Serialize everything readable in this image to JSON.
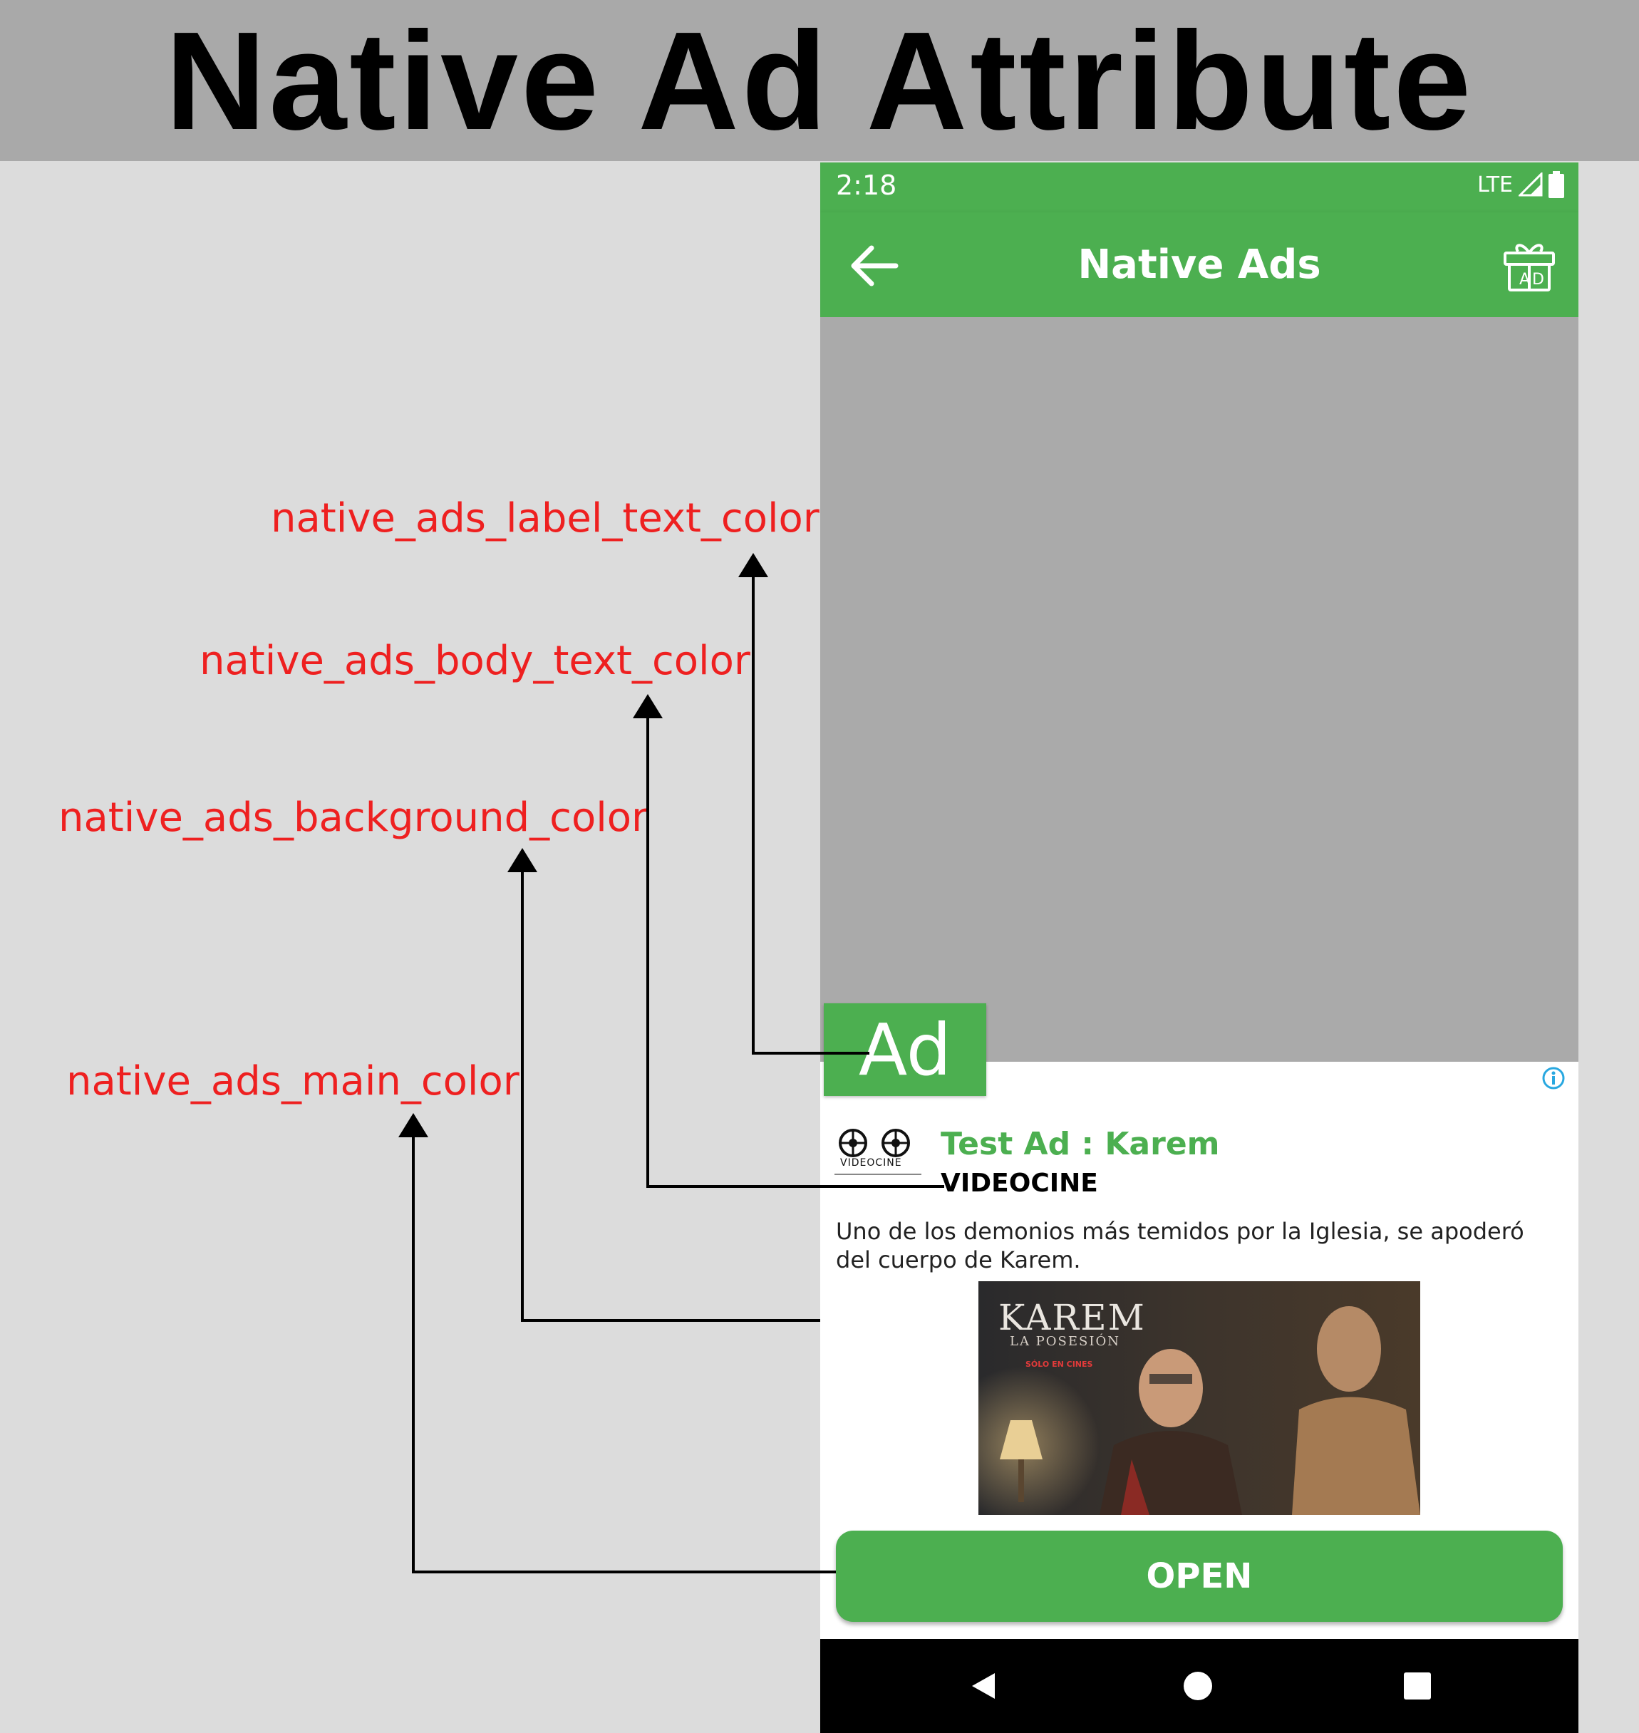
{
  "page": {
    "title": "Native Ad Attribute",
    "title_bar_color": "#a9a9a9",
    "annotation_color": "#ee2020"
  },
  "annotations": [
    {
      "label": "native_ads_label_text_color"
    },
    {
      "label": "native_ads_body_text_color"
    },
    {
      "label": "native_ads_background_color"
    },
    {
      "label": "native_ads_main_color"
    }
  ],
  "phone": {
    "status_bar": {
      "time": "2:18",
      "network": "LTE",
      "signal_icon": "signal-icon",
      "battery_icon": "battery-icon"
    },
    "app_bar": {
      "title": "Native Ads",
      "back_icon": "arrow-back-icon",
      "action_icon": "gift-ad-icon",
      "color": "#4caf50"
    },
    "ad": {
      "badge_label": "Ad",
      "info_icon": "info-icon",
      "logo_text": "VIDEOCINE",
      "headline": "Test Ad : Karem",
      "advertiser": "VIDEOCINE",
      "body": "Uno de los demonios más temidos por la Iglesia, se apoderó del cuerpo de Karem.",
      "image": {
        "title": "KAREM",
        "subtitle": "LA POSESIÓN",
        "tagline": "SÓLO EN CINES"
      },
      "cta_label": "OPEN",
      "main_color": "#4caf50",
      "background_color": "#ffffff"
    },
    "nav_bar": {
      "back_icon": "nav-back-icon",
      "home_icon": "nav-home-icon",
      "recents_icon": "nav-recents-icon"
    }
  }
}
